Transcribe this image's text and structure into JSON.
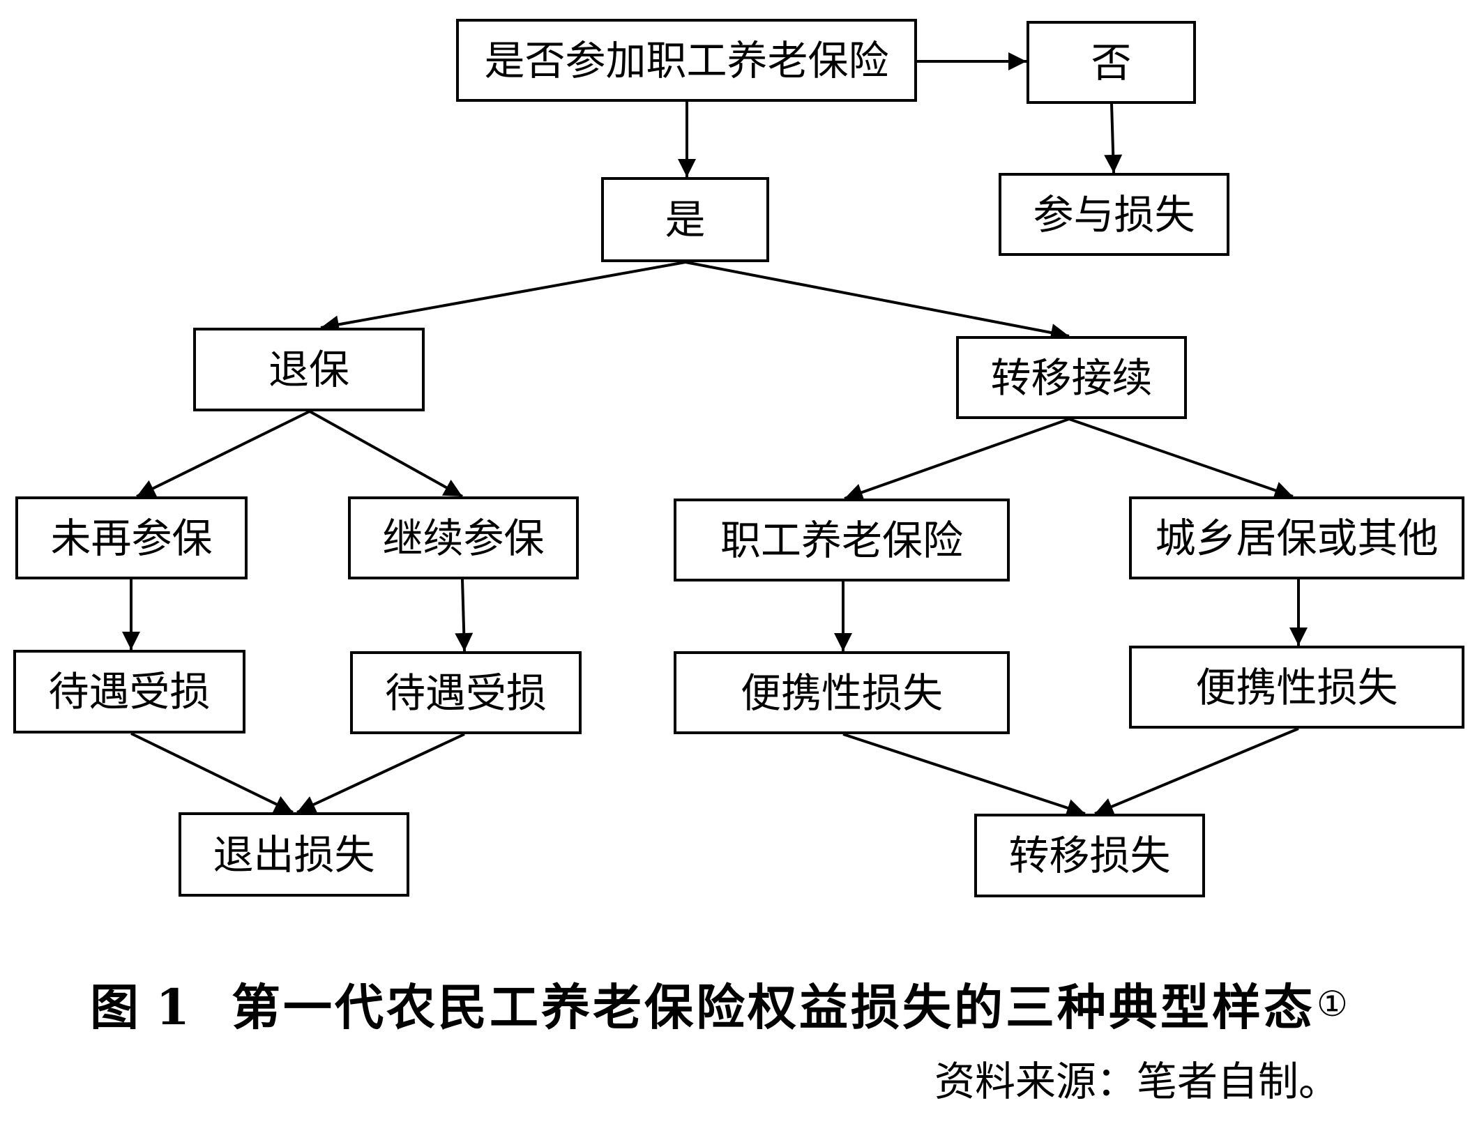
{
  "nodes": {
    "question": "是否参加职工养老保险",
    "no": "否",
    "yes": "是",
    "participation_loss": "参与损失",
    "withdraw": "退保",
    "transfer": "转移接续",
    "not_reinsured": "未再参保",
    "continue_insured": "继续参保",
    "employee_pension": "职工养老保险",
    "urban_rural": "城乡居保或其他",
    "benefit_loss_a": "待遇受损",
    "benefit_loss_b": "待遇受损",
    "portability_loss_a": "便携性损失",
    "portability_loss_b": "便携性损失",
    "exit_loss": "退出损失",
    "transfer_loss": "转移损失"
  },
  "caption": {
    "label": "图 1",
    "title": "第一代农民工养老保险权益损失的三种典型样态",
    "note_marker": "①"
  },
  "source": "资料来源：笔者自制。"
}
